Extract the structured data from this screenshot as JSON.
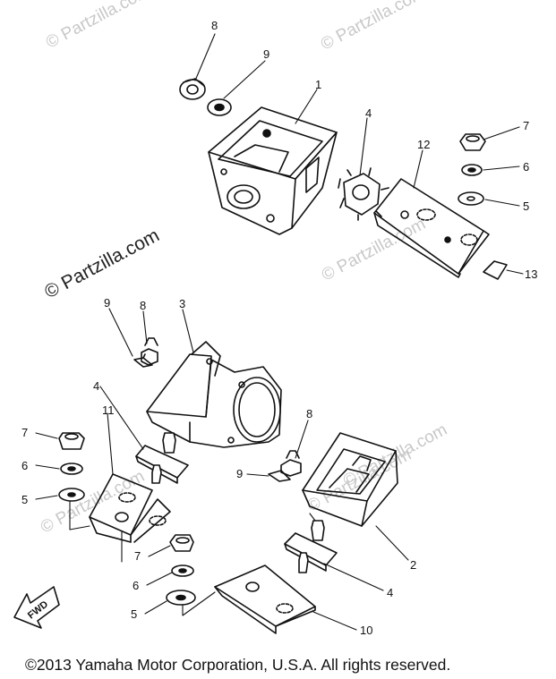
{
  "watermarks": [
    {
      "text": "© Partzilla.com"
    },
    {
      "text": "© Partzilla.com"
    },
    {
      "text": "© Partzilla.com"
    },
    {
      "text": "© Partzilla.com"
    },
    {
      "text": "© Partzilla.com"
    },
    {
      "text": "© Partzilla.com"
    },
    {
      "text": "© Partzilla.com"
    }
  ],
  "callouts": {
    "top_8": "8",
    "top_9": "9",
    "top_1": "1",
    "top_4": "4",
    "top_12": "12",
    "top_7": "7",
    "top_6": "6",
    "top_5": "5",
    "top_13": "13",
    "mid_9": "9",
    "mid_8": "8",
    "mid_3": "3",
    "left_4": "4",
    "left_11": "11",
    "left_7": "7",
    "left_6": "6",
    "left_5": "5",
    "right_8": "8",
    "right_9": "9",
    "right_2": "2",
    "bot_7": "7",
    "bot_6": "6",
    "bot_5": "5",
    "bot_4": "4",
    "bot_10": "10"
  },
  "fwd_label": "FWD",
  "copyright": "©2013  Yamaha Motor Corporation, U.S.A. All rights reserved."
}
